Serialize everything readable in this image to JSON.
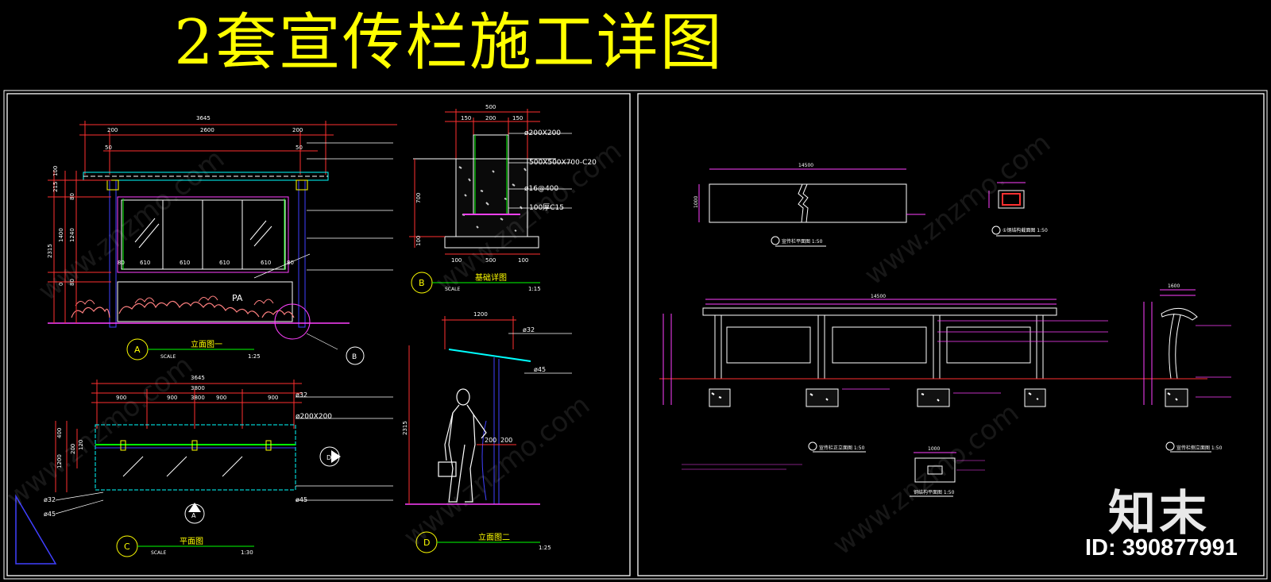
{
  "title": "2套宣传栏施工详图",
  "watermark": {
    "logo": "知末",
    "id": "ID: 390877991",
    "diag": "www.znzmo.com"
  },
  "left_sheet": {
    "elev1": {
      "dims_top": [
        "3645",
        "200",
        "2600",
        "200",
        "50",
        "50"
      ],
      "dims_left": [
        "100",
        "215",
        "80",
        "1240",
        "80",
        "2315",
        "1400",
        "0"
      ],
      "dims_panels": [
        "80",
        "610",
        "610",
        "610",
        "610",
        "80"
      ],
      "label": "PA",
      "marker": "A",
      "name": "立面图一",
      "scale_word": "SCALE",
      "scale": "1:25",
      "ref": "B"
    },
    "foundation": {
      "dims_top": [
        "500",
        "150",
        "200",
        "150"
      ],
      "dims_left": [
        "700",
        "100"
      ],
      "dims_bottom": [
        "100",
        "500",
        "100"
      ],
      "notes": [
        "ø200X200",
        "500X500X700-C20",
        "ø16@400",
        "100厚C15"
      ],
      "marker": "B",
      "name": "基础详图",
      "scale_word": "SCALE",
      "scale": "1:15"
    },
    "plan": {
      "dims_top": [
        "3645",
        "3800",
        "900",
        "900",
        "3800",
        "900",
        "900"
      ],
      "dims_left": [
        "400",
        "200",
        "120",
        "1200"
      ],
      "notes": [
        "ø32",
        "ø200X200",
        "ø32",
        "ø45",
        "ø45"
      ],
      "ref_up": "A",
      "ref_right": "D",
      "marker": "C",
      "name": "平面图",
      "scale_word": "SCALE",
      "scale": "1:30"
    },
    "elev2": {
      "dims": [
        "1200",
        "2315",
        "200",
        "200"
      ],
      "notes": [
        "ø32",
        "ø45"
      ],
      "marker": "D",
      "name": "立面图二",
      "scale": "1:25"
    }
  },
  "right_sheet": {
    "top_beam": {
      "dim": "14500",
      "side": "1000",
      "caption": "宣传栏平面图 1:50"
    },
    "small_section": {
      "caption": "①钢结构截面图 1:50"
    },
    "front": {
      "dim": "14500",
      "caption": "宣传栏正立面图 1:50"
    },
    "plan_small": {
      "dim": "1000",
      "caption": "钢结构平面图 1:50"
    },
    "side": {
      "dim": "1600",
      "caption": "宣传栏侧立面图 1:50"
    }
  }
}
